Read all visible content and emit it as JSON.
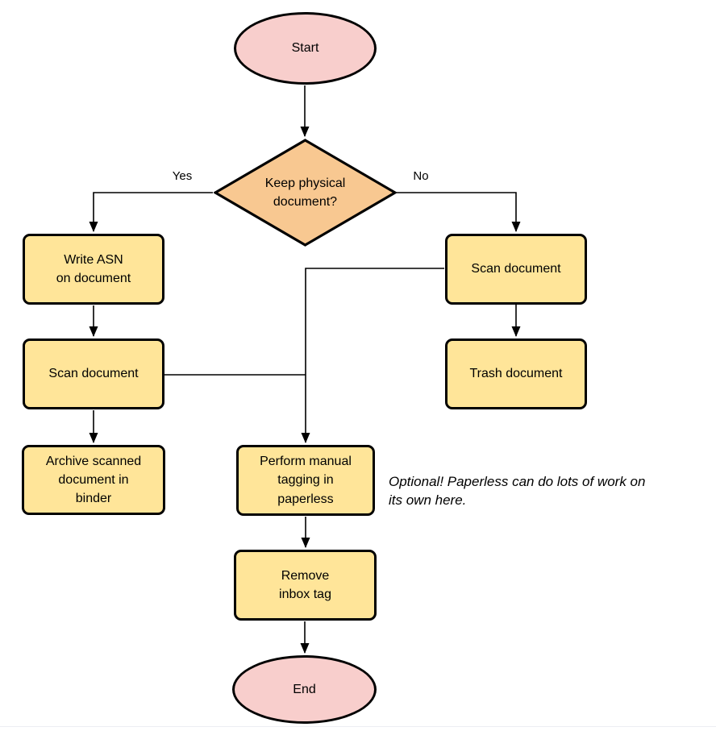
{
  "nodes": {
    "start": {
      "label": "Start",
      "type": "terminal"
    },
    "decision": {
      "label": "Keep physical\ndocument?",
      "type": "decision"
    },
    "write_asn": {
      "label": "Write ASN\non document",
      "type": "process"
    },
    "scan_left": {
      "label": "Scan document",
      "type": "process"
    },
    "archive": {
      "label": "Archive scanned\ndocument in\nbinder",
      "type": "process"
    },
    "scan_right": {
      "label": "Scan document",
      "type": "process"
    },
    "trash": {
      "label": "Trash document",
      "type": "process"
    },
    "tagging": {
      "label": "Perform manual\ntagging in\npaperless",
      "type": "process"
    },
    "remove_inbox": {
      "label": "Remove\ninbox tag",
      "type": "process"
    },
    "end": {
      "label": "End",
      "type": "terminal"
    }
  },
  "edges": {
    "yes_label": "Yes",
    "no_label": "No"
  },
  "note": "Optional! Paperless can do lots of work on\nits own here.",
  "colors": {
    "terminal_fill": "#F8CECC",
    "decision_fill": "#F8C891",
    "process_fill": "#FFE599",
    "stroke": "#000000",
    "background": "#FFFFFF"
  }
}
